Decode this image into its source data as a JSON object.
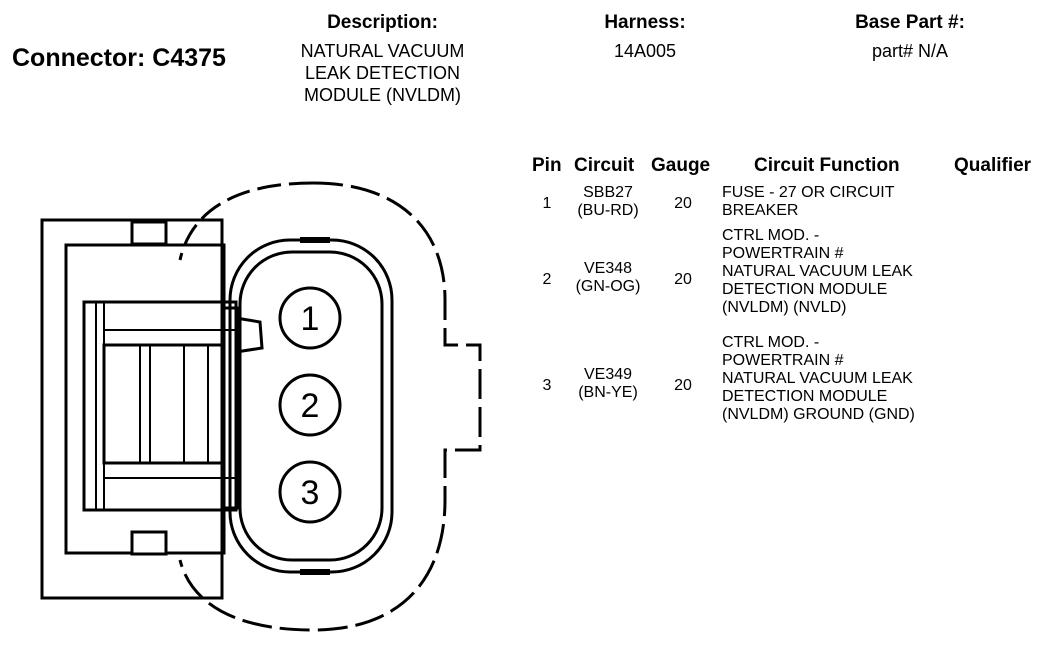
{
  "connector": {
    "title": "Connector: C4375"
  },
  "description": {
    "label": "Description:",
    "lines": [
      "NATURAL VACUUM",
      "LEAK DETECTION",
      "MODULE (NVLDM)"
    ]
  },
  "harness": {
    "label": "Harness:",
    "value": "14A005"
  },
  "base_part": {
    "label": "Base Part #:",
    "value": "part# N/A"
  },
  "table": {
    "headers": {
      "pin": "Pin",
      "circuit": "Circuit",
      "gauge": "Gauge",
      "function": "Circuit Function",
      "qualifier": "Qualifier"
    },
    "rows": [
      {
        "pin": "1",
        "circuit": "SBB27",
        "color": "(BU-RD)",
        "gauge": "20",
        "function_lines": [
          "FUSE - 27 OR CIRCUIT",
          "BREAKER"
        ]
      },
      {
        "pin": "2",
        "circuit": "VE348",
        "color": "(GN-OG)",
        "gauge": "20",
        "function_lines": [
          "CTRL MOD. -",
          "POWERTRAIN #",
          "NATURAL VACUUM LEAK",
          "DETECTION MODULE",
          "(NVLDM) (NVLD)"
        ]
      },
      {
        "pin": "3",
        "circuit": "VE349",
        "color": "(BN-YE)",
        "gauge": "20",
        "function_lines": [
          "CTRL MOD. -",
          "POWERTRAIN #",
          "NATURAL VACUUM LEAK",
          "DETECTION MODULE",
          "(NVLDM) GROUND (GND)"
        ]
      }
    ]
  },
  "pin_labels": [
    "1",
    "2",
    "3"
  ]
}
